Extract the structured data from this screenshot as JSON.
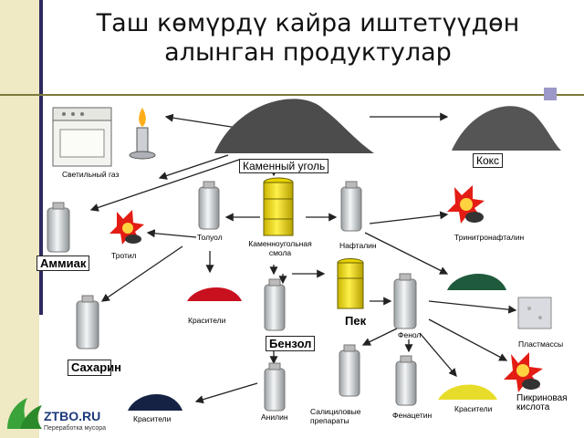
{
  "title": "Таш  көмүрдү кайра иштетүүдөн алынган продуктулар",
  "labels": {
    "gas": "Светильный газ",
    "coal": "Каменный уголь",
    "coke": "Кокс",
    "toluene": "Толуол",
    "tar": "Каменноугольная смола",
    "naphthalene": "Нафталин",
    "trinitronaphthalene": "Тринитронафталин",
    "ammonia": "Аммиак",
    "trotyl": "Тротил",
    "dyes1": "Красители",
    "pitch": "Пек",
    "phenol": "Фенол",
    "plastics": "Пластмассы",
    "benzene": "Бензол",
    "saccharin": "Сахарин",
    "aniline": "Анилин",
    "dyes2": "Красители",
    "salicylic": "Салициловые препараты",
    "phenacetin": "Фенацетин",
    "dyes3": "Красители",
    "picric": "Пикриновая кислота"
  },
  "logo": {
    "text": "ZTBO.RU",
    "sub": "Переработка мусора"
  }
}
